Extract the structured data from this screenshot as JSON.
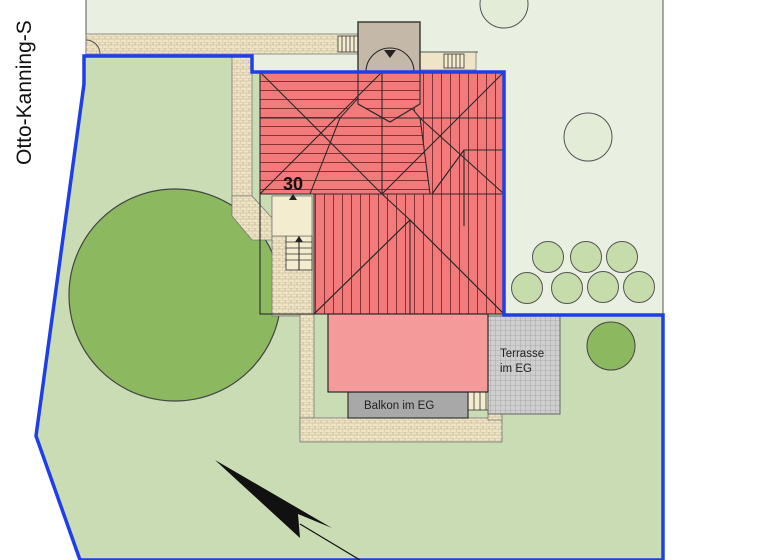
{
  "street_label": "Otto-Kanning-S",
  "house_number": "30",
  "terrace_label_line1": "Terrasse",
  "terrace_label_line2": "im EG",
  "balcony_label": "Balkon im EG",
  "colors": {
    "lawn": "#c9dcb4",
    "neighbor_lawn": "#e9f0e1",
    "property_line": "#1e3fe6",
    "roof": "#f27a7a",
    "balcony_roof": "#f59a9a",
    "tree_large": "#8cb860",
    "tree_small": "#c6dcaa",
    "path": "#efe5c6",
    "terrace": "#c9c9c9"
  }
}
